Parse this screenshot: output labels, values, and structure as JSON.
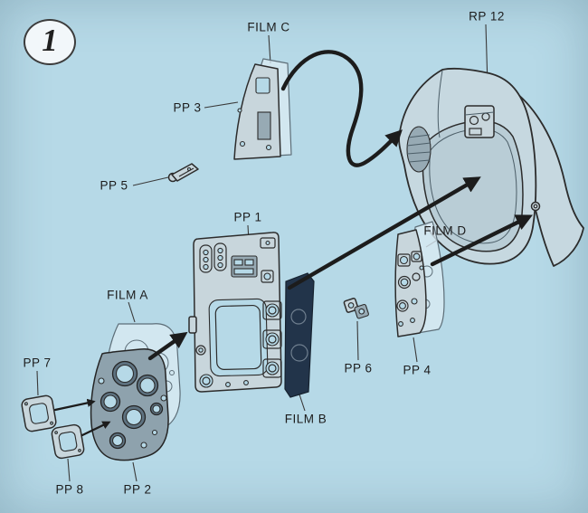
{
  "step": {
    "number": "1"
  },
  "labels": {
    "film_c": "FILM C",
    "rp_12": "RP 12",
    "pp_3": "PP 3",
    "pp_5": "PP 5",
    "pp_1": "PP 1",
    "film_d": "FILM D",
    "film_a": "FILM A",
    "pp_6": "PP 6",
    "pp_4": "PP 4",
    "pp_7": "PP 7",
    "film_b": "FILM B",
    "pp_8": "PP 8",
    "pp_2": "PP 2"
  },
  "colors": {
    "background": "#b6d9e7",
    "part_fill": "#c8d6dc",
    "part_stroke": "#2c2c2c",
    "film_fill": "#d9eaf2",
    "film_stroke": "#5d6e78",
    "dark_film": "#22344a",
    "arrow": "#1c1c1c",
    "label_text": "#1c1c1c"
  }
}
